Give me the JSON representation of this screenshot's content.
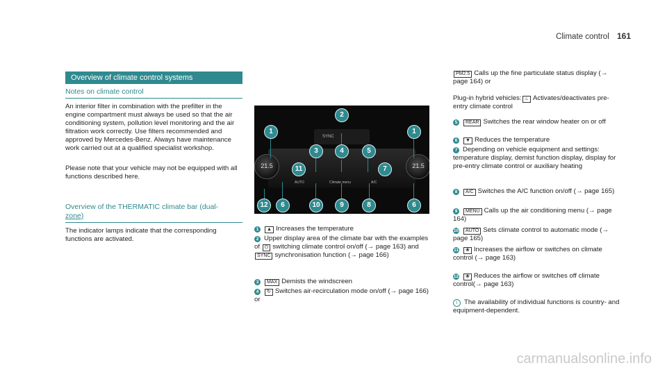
{
  "header": {
    "title": "Climate control",
    "page": "161"
  },
  "section": {
    "title": "Overview of climate control systems",
    "notes_title": "Notes on climate control",
    "notes_text": "An interior filter in combination with the prefilter in the engine compartment must always be used so that the air conditioning system, pollution level monitoring and the air filtration work correctly. Use filters recommended and approved by Mercedes-Benz. Always have maintenance work carried out at a qualified specialist workshop.",
    "notes_text2": "Please note that your vehicle may not be equipped with all functions described here.",
    "overview_title_1": "Overview of the THERMATIC climate bar (dual-",
    "overview_title_2": "zone)",
    "overview_text": "The indicator lamps indicate that the corresponding functions are activated."
  },
  "image": {
    "callouts": [
      "1",
      "2",
      "3",
      "4",
      "5",
      "1",
      "7",
      "11",
      "12",
      "6",
      "10",
      "9",
      "8",
      "6"
    ],
    "labels": {
      "sync": "SYNC",
      "temp_left": "21.5",
      "temp_right": "21.5",
      "auto": "AUTO",
      "menu": "Climate menu",
      "ac": "A/C"
    }
  },
  "list_left": [
    {
      "n": "1",
      "key": "▲",
      "text": "Increases the temperature"
    },
    {
      "n": "2",
      "text": "Upper display area of the climate bar with the examples of",
      "text2": "switching climate control on/off (→ page 163) and",
      "key2": "SYNC",
      "text3": "synchronisation function (→ page 166)"
    },
    {
      "n": "3",
      "key": "MAX",
      "text": "Demists the windscreen"
    },
    {
      "n": "4",
      "key": "↻",
      "text": "Switches air-recirculation mode on/off (→ page 166) or"
    }
  ],
  "list_right_top": [
    {
      "key": "PM2.5",
      "text": "Calls up the fine particulate status display (→ page 164) or"
    },
    {
      "text": "Plug-in hybrid vehicles:",
      "key": "♨",
      "text2": "Activates/deactivates pre-entry climate control"
    }
  ],
  "list_right": [
    {
      "n": "5",
      "key": "REAR",
      "text": "Switches the rear window heater on or off"
    },
    {
      "n": "6",
      "key": "▼",
      "text": "Reduces the temperature"
    },
    {
      "n": "7",
      "text": "Depending on vehicle equipment and settings: temperature display, demist function display, display for pre-entry climate control or auxiliary heating"
    },
    {
      "n": "8",
      "key": "A/C",
      "text": "Switches the A/C function on/off (→ page 165)"
    },
    {
      "n": "9",
      "key": "MENU",
      "text": "Calls up the air conditioning menu (→ page 164)"
    },
    {
      "n": "10",
      "key": "AUTO",
      "text": "Sets climate control to automatic mode (→ page 165)"
    },
    {
      "n": "11",
      "key": "❀",
      "text": "Increases the airflow or switches on climate control (→ page 163)"
    },
    {
      "n": "12",
      "key": "❀",
      "text": "Reduces the airflow or switches off climate control(→ page 163)"
    }
  ],
  "info": "The availability of individual functions is country- and equipment-dependent.",
  "watermark": "carmanualsonline.info"
}
